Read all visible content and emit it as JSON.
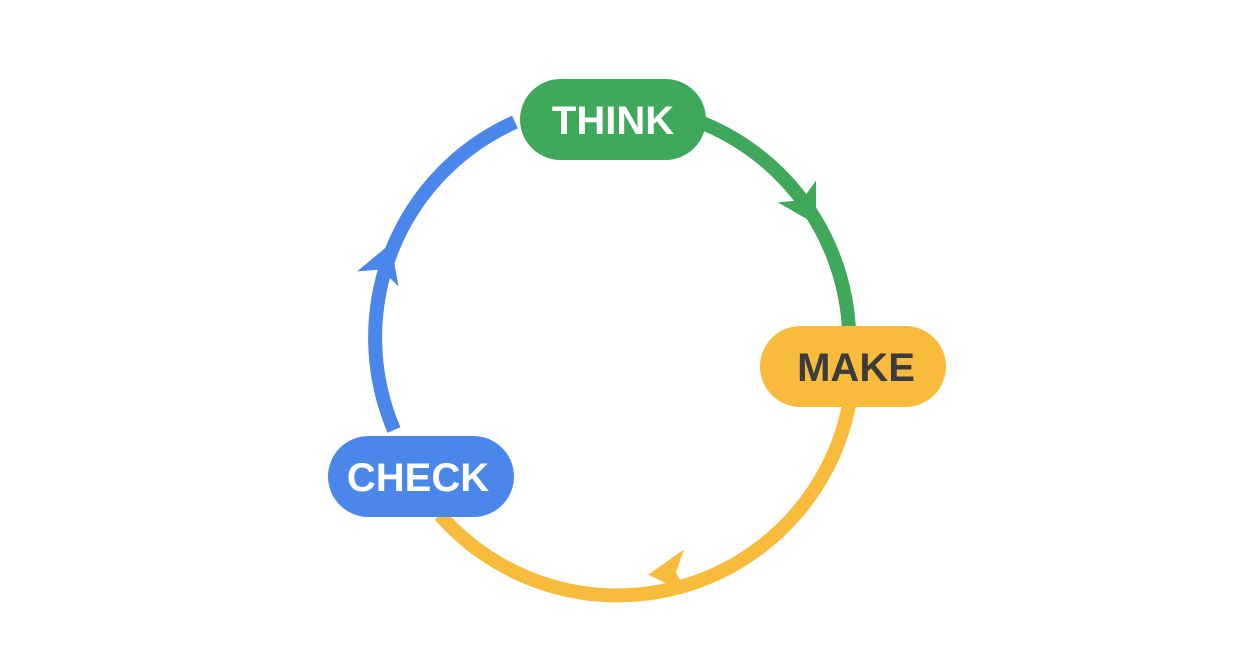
{
  "diagram": {
    "steps": [
      {
        "label": "THINK",
        "color": "#3fa85a",
        "text_color": "#ffffff"
      },
      {
        "label": "MAKE",
        "color": "#f8bb3c",
        "text_color": "#3c3c3c"
      },
      {
        "label": "CHECK",
        "color": "#4b86ea",
        "text_color": "#ffffff"
      }
    ],
    "arc_colors": {
      "think_to_make": "#3fa85a",
      "make_to_check": "#f8bb3c",
      "check_to_think": "#4b86ea"
    }
  }
}
